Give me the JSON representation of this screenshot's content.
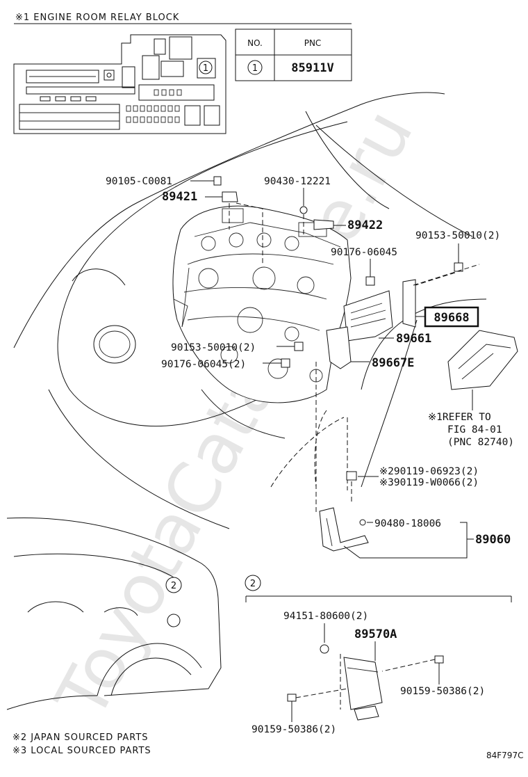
{
  "watermark": "ToyotaCatalogue.ru",
  "relay_block": {
    "title": "※1 ENGINE ROOM RELAY BLOCK",
    "circle_num": "1"
  },
  "pnc_table": {
    "col_no": "NO.",
    "col_pnc": "PNC",
    "row_no": "1",
    "row_pnc": "85911V"
  },
  "parts": {
    "p1": "90105-C0081",
    "p2": "89421",
    "p3": "90430-12221",
    "p4": "89422",
    "p5": "90153-50010(2)",
    "p6": "90176-06045",
    "p7": "89668",
    "p8": "89661",
    "p9": "90153-50010(2)",
    "p10": "90176-06045(2)",
    "p11": "89667E",
    "p12a": "※1REFER TO",
    "p12b": "FIG 84-01",
    "p12c": "(PNC 82740)",
    "p13a": "※290119-06923(2)",
    "p13b": "※390119-W0066(2)",
    "p14": "90480-18006",
    "p15": "89060",
    "p16": "94151-80600(2)",
    "p17": "89570A",
    "p18": "90159-50386(2)",
    "p19": "90159-50386(2)"
  },
  "sub_section": {
    "circle_num": "2"
  },
  "car_circle": "2",
  "notes": {
    "n1": "※2 JAPAN SOURCED PARTS",
    "n2": "※3 LOCAL SOURCED PARTS"
  },
  "figure_code": "84F797C"
}
